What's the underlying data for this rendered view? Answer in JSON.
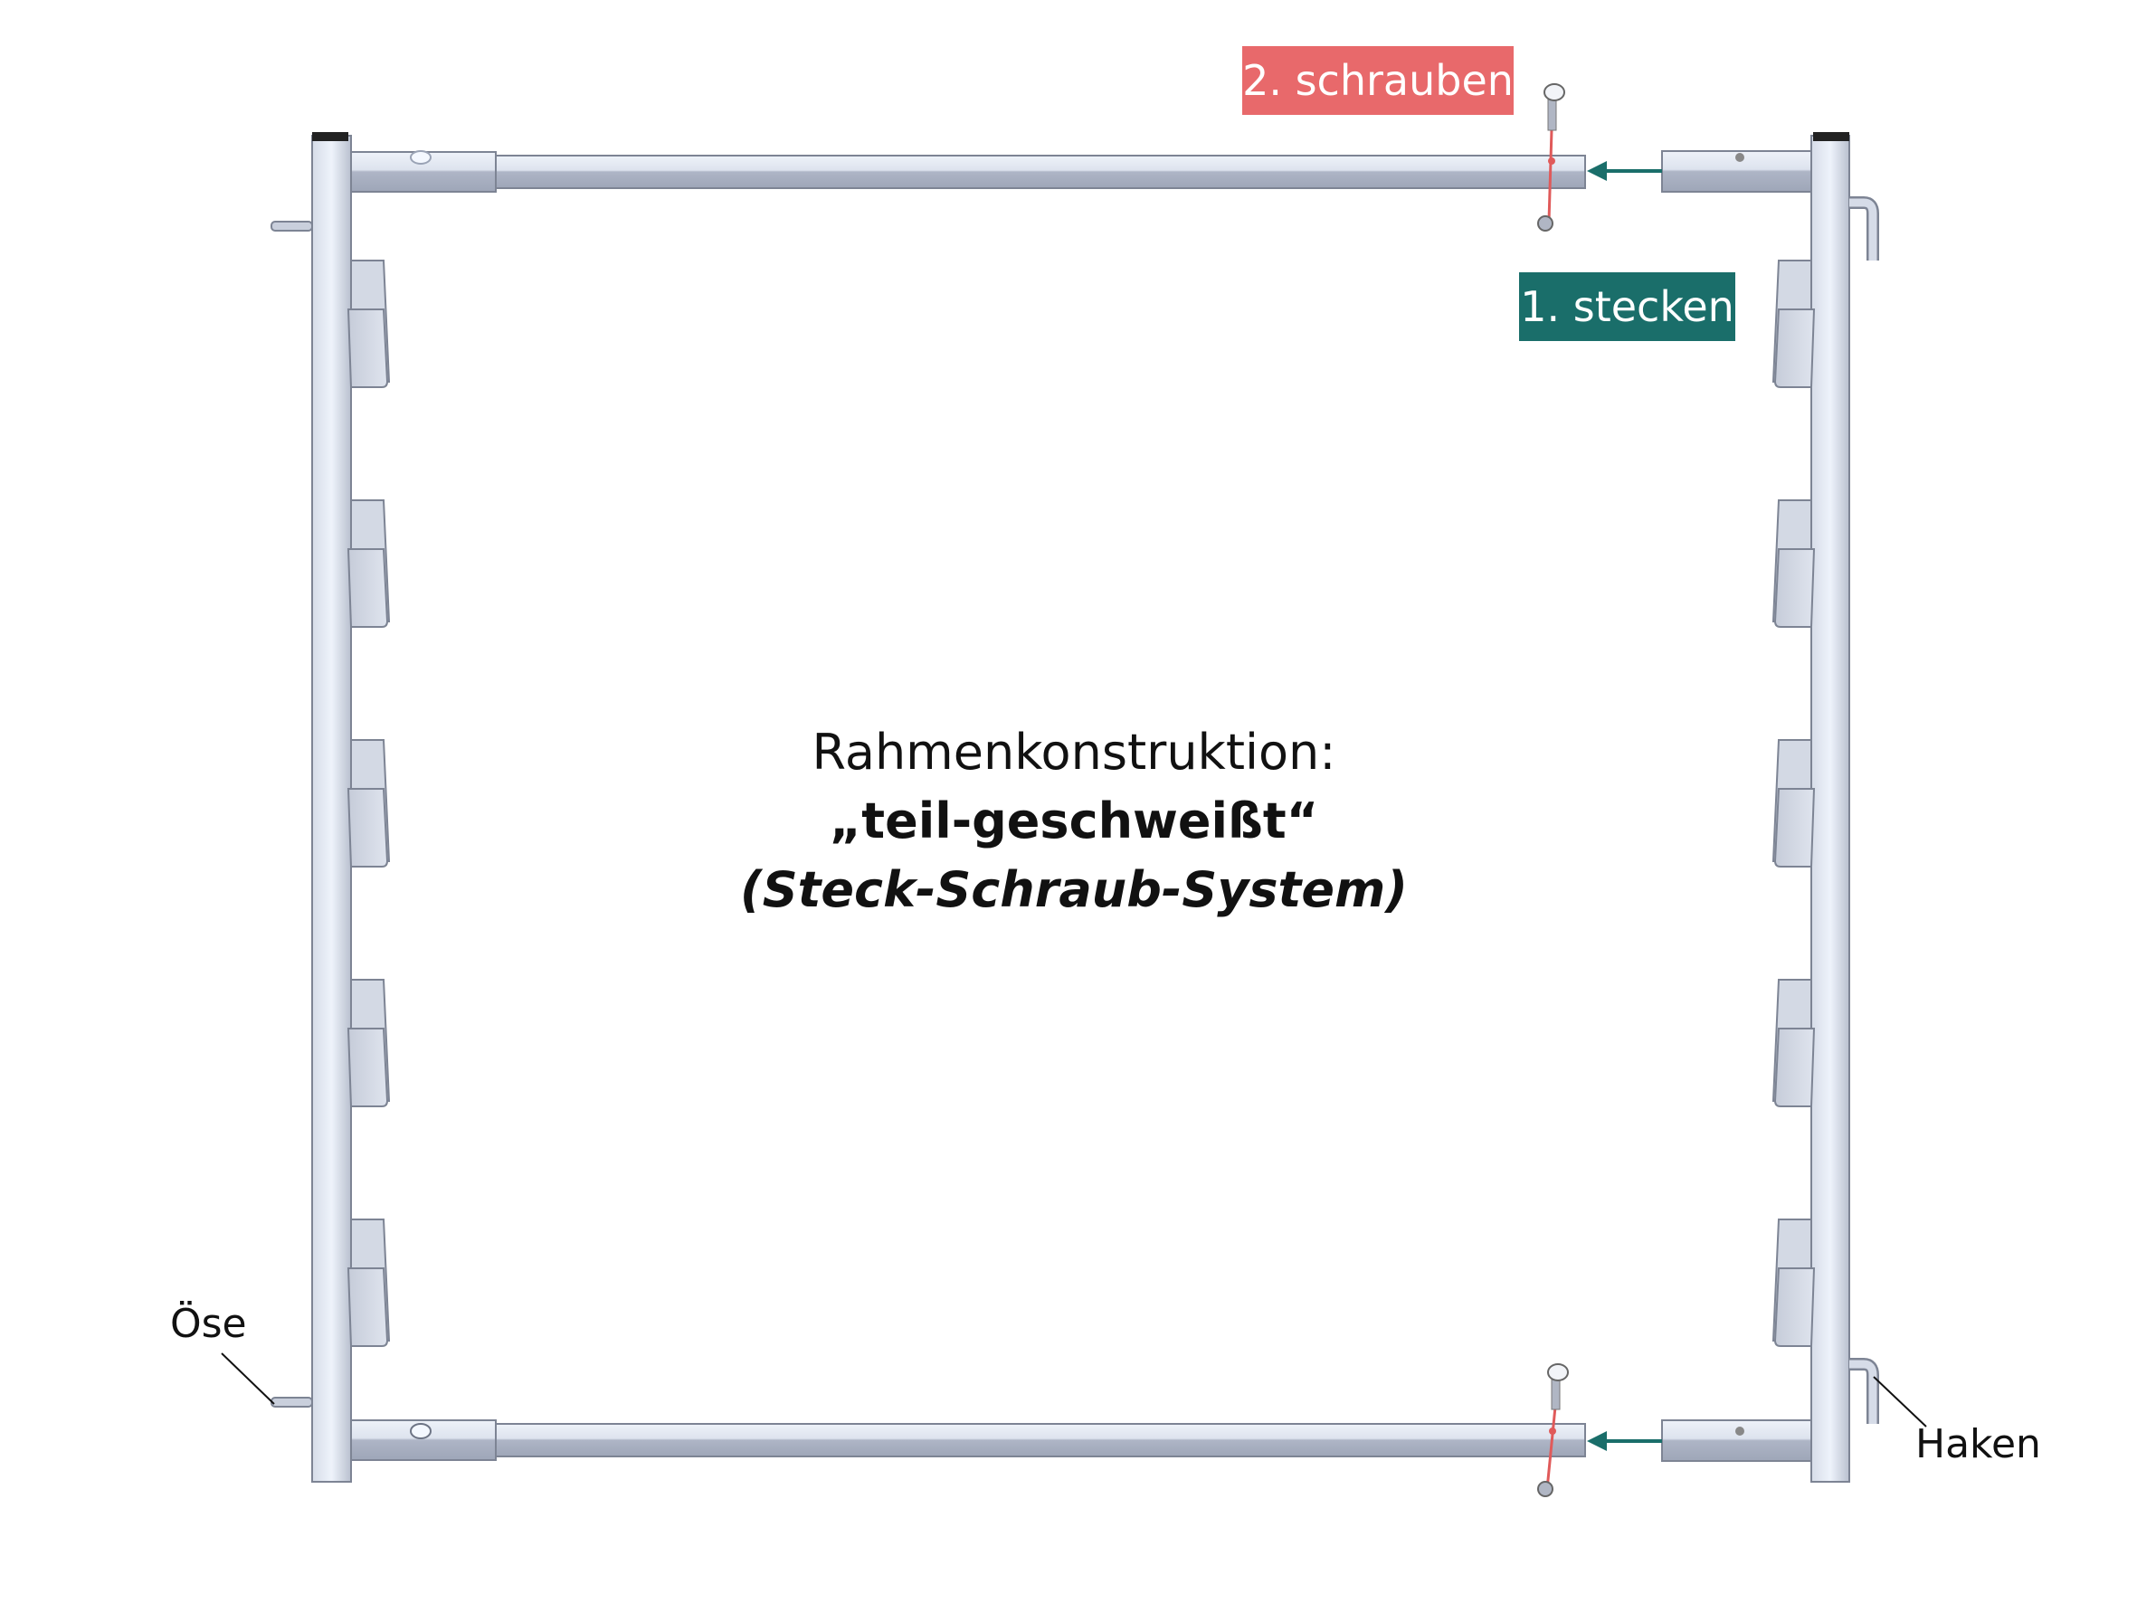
{
  "labels": {
    "step_screw": "2. schrauben",
    "step_insert": "1. stecken",
    "eyelet": "Öse",
    "hook": "Haken"
  },
  "caption": {
    "line1": "Rahmenkonstruktion:",
    "line2": "„teil-geschweißt“",
    "line3": "(Steck-Schraub-System)"
  },
  "colors": {
    "screw_tag": "#e8696b",
    "insert_tag": "#1a6e6a",
    "arrow": "#1a6e6a",
    "screw_line": "#e05a5a",
    "steel": "#c9cfdc"
  }
}
